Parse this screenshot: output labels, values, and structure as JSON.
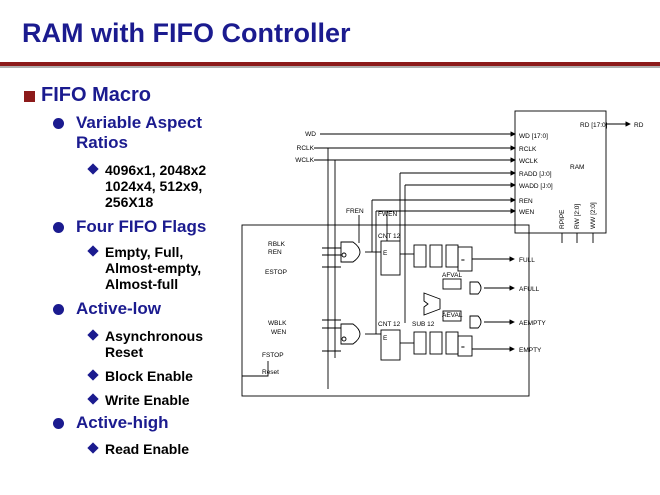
{
  "title": "RAM with FIFO Controller",
  "heading": "FIFO Macro",
  "bullets": {
    "variable": {
      "line1": "Variable Aspect",
      "line2": "Ratios"
    },
    "ratios": {
      "line1": "4096x1, 2048x2",
      "line2": "1024x4, 512x9,",
      "line3": "256X18"
    },
    "flags": "Four FIFO Flags",
    "flag_list": {
      "line1": "Empty, Full,",
      "line2": "Almost-empty,",
      "line3": "Almost-full"
    },
    "active_low": "Active-low",
    "async": {
      "line1": "Asynchronous",
      "line2": "Reset"
    },
    "block_enable": "Block Enable",
    "write_enable": "Write Enable",
    "active_high": "Active-high",
    "read_enable": "Read Enable"
  },
  "diagram": {
    "signals_left": {
      "wd": "WD",
      "rclk": "RCLK",
      "wclk": "WCLK"
    },
    "ram": {
      "label": "RAM",
      "wd": "WD [17:0]",
      "rclk": "RCLK",
      "wclk": "WCLK",
      "radd": "RADD [J:0]",
      "wadd": "WADD [J:0]",
      "ren": "REN",
      "wen": "WEN",
      "rd": "RD [17:0]",
      "rpipe": "RPIPE",
      "rw": "RW [2:0]",
      "ww": "WW [2:0]"
    },
    "rd_out": "RD",
    "fren": "FREN",
    "fwen": "FWEN",
    "rblk": "RBLK",
    "ren_in": "REN",
    "estop": "ESTOP",
    "wblk": "WBLK",
    "wen_in": "WEN",
    "fstop": "FSTOP",
    "reset": "Reset",
    "cnt_top": "CNT 12",
    "cnt_bottom": "CNT 12",
    "sub": "SUB 12",
    "afval": "AFVAL",
    "aeval": "AEVAL",
    "e": "E",
    "eq": "=",
    "full": "FULL",
    "afull": "AFULL",
    "aempty": "AEMPTY",
    "empty": "EMPTY"
  }
}
